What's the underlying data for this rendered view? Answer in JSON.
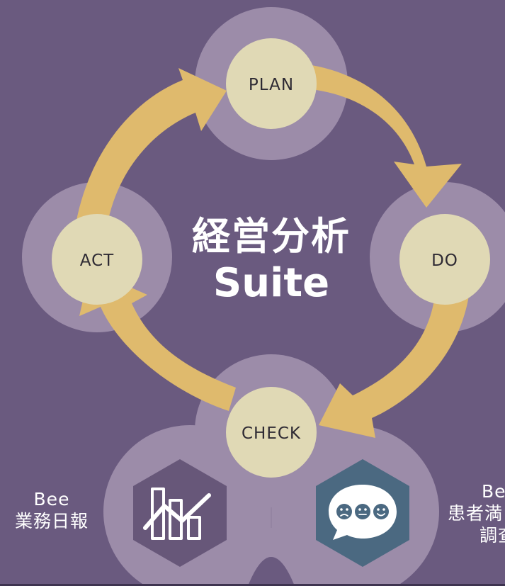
{
  "title": {
    "line1": "経営分析",
    "line2": "Suite"
  },
  "cycle": {
    "plan": "PLAN",
    "do": "DO",
    "check": "CHECK",
    "act": "ACT"
  },
  "products": {
    "left": {
      "line1": "Bee",
      "line2": "業務日報",
      "icon": "bar-chart-trend-icon"
    },
    "right": {
      "line1": "Bee",
      "line2": "患者満",
      "line3": "調查",
      "icon": "satisfaction-survey-faces-icon"
    }
  },
  "colors": {
    "background": "#6a5a7f",
    "halo": "#9c8ca9",
    "node": "#e0d9b5",
    "arrow": "#dfba6d",
    "hex_left": "#675779",
    "hex_right": "#4b6981",
    "text_dark": "#2e2a33",
    "text_light": "#ffffff"
  }
}
